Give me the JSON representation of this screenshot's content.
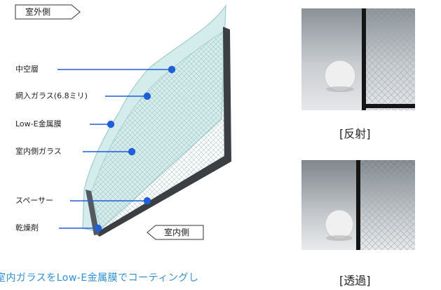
{
  "diagram": {
    "outside_tag": "室外側",
    "inside_tag": "室内側",
    "labels": [
      "中空層",
      "網入ガラス(6.8ミリ)",
      "Low-E金属膜",
      "室内側ガラス",
      "スペーサー",
      "乾燥剤"
    ],
    "accent_color": "#1f5fd8",
    "glass_color": "#bcdfe0"
  },
  "photos": {
    "reflect_label": "[反射]",
    "transmit_label": "[透過]"
  },
  "caption": "室内ガラスをLow-E金属膜でコーティングし"
}
